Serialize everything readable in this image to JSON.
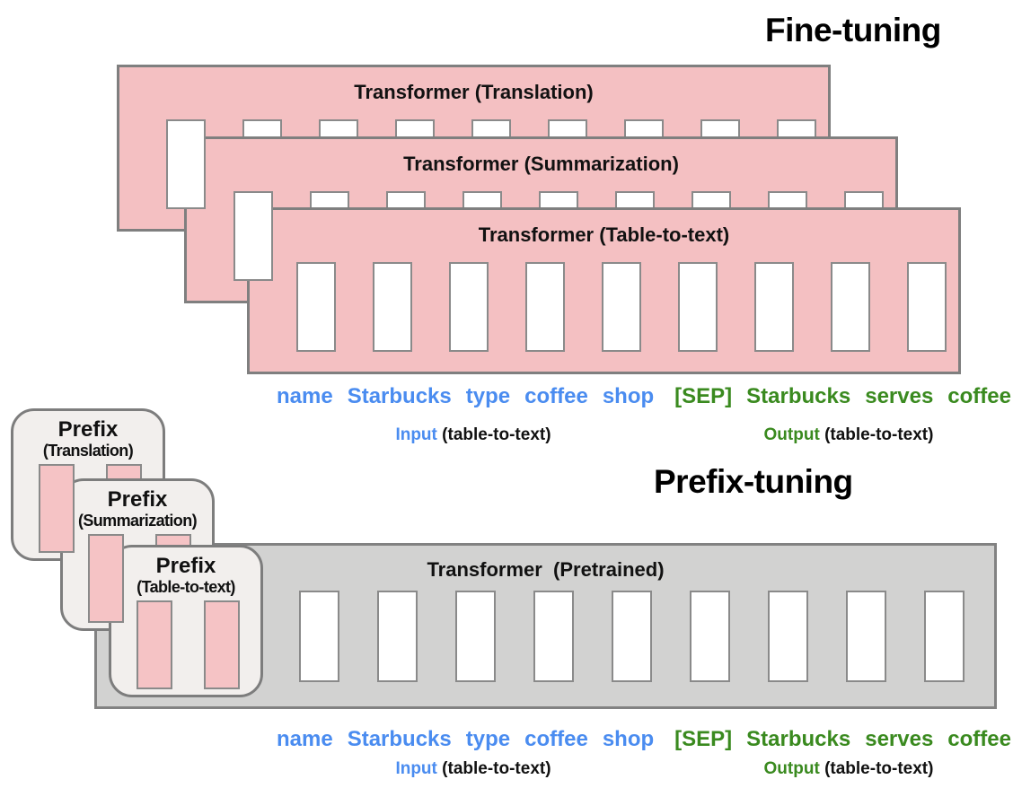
{
  "titles": {
    "fine_tuning": "Fine-tuning",
    "prefix_tuning": "Prefix-tuning"
  },
  "fine_tuning": {
    "transformers": [
      {
        "label": "Transformer (Translation)"
      },
      {
        "label": "Transformer (Summarization)"
      },
      {
        "label": "Transformer (Table-to-text)"
      }
    ],
    "num_token_slots_per_transformer": 9
  },
  "prefix_tuning": {
    "prefixes": [
      {
        "title": "Prefix",
        "subtitle": "(Translation)"
      },
      {
        "title": "Prefix",
        "subtitle": "(Summarization)"
      },
      {
        "title": "Prefix",
        "subtitle": "(Table-to-text)"
      }
    ],
    "transformer_label": "Transformer  (Pretrained)",
    "num_token_slots": 9,
    "num_prefix_slots_per_card": 2
  },
  "token_row": {
    "input_tokens": [
      "name",
      "Starbucks",
      "type",
      "coffee",
      "shop"
    ],
    "output_tokens": [
      "[SEP]",
      "Starbucks",
      "serves",
      "coffee"
    ],
    "input_caption": {
      "colored": "Input",
      "rest": "(table-to-text)"
    },
    "output_caption": {
      "colored": "Output",
      "rest": "(table-to-text)"
    }
  },
  "colors": {
    "transformer_pink": "#f4c0c2",
    "pretrained_gray": "#d2d2d1",
    "prefix_card_fill": "#f2efed",
    "card_border_gray": "#7f7f7f",
    "token_border_gray": "#8a8a8a",
    "input_blue": "#4a8cf0",
    "output_green": "#3a8a1f"
  }
}
